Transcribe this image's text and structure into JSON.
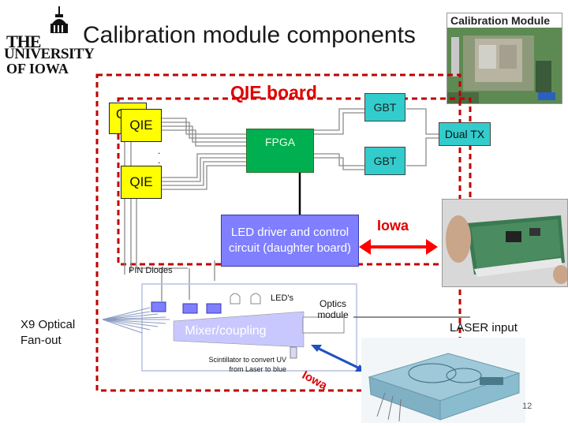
{
  "title": "Calibration module components",
  "logo": {
    "the": "THE",
    "university": "UNIVERSITY",
    "of_iowa": "OF IOWA",
    "alt": "The University of Iowa"
  },
  "photo_cal": {
    "label": "Calibration Module"
  },
  "board_label": "QIE board",
  "qie_back_label": "Q",
  "qie_labels": [
    "QIE",
    "QIE"
  ],
  "dots": ".",
  "fpga": "FPGA",
  "gbt_labels": [
    "GBT",
    "GBT"
  ],
  "dual_tx": "Dual TX",
  "led_driver": "LED driver and control circuit (daughter board)",
  "iowa": "Iowa",
  "iowa_rotated": "Iowa",
  "pin_diodes": "PIN Diodes",
  "leds": "LED's",
  "optics_module": "Optics module",
  "mixer": "Mixer/coupling",
  "scintillator": "Scintillator to convert UV from Laser to blue",
  "fanout": "X9 Optical Fan-out",
  "laser_input": "LASER input",
  "page_number": "12",
  "colors": {
    "board_border": "#c00000",
    "qie": "#ffff00",
    "gbt": "#33cccc",
    "fpga": "#00b050",
    "led": "#7f7fff",
    "red_text": "#e00000"
  }
}
